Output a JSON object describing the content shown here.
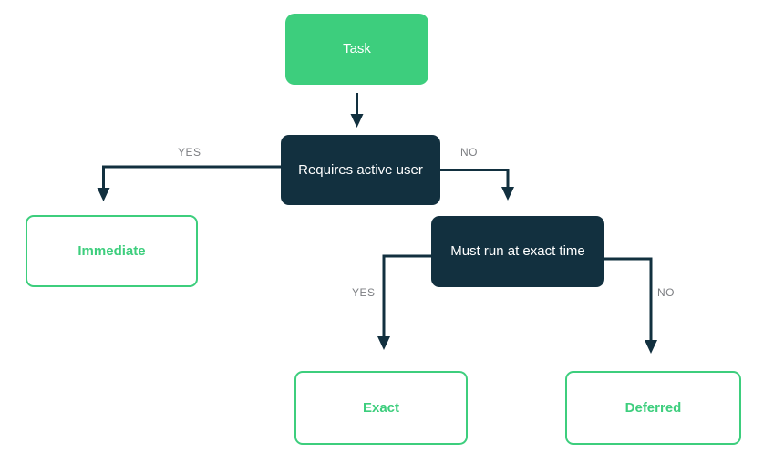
{
  "diagram": {
    "type": "flowchart",
    "nodes": {
      "task": {
        "label": "Task",
        "kind": "start"
      },
      "requires_active_user": {
        "label": "Requires active user",
        "kind": "decision"
      },
      "immediate": {
        "label": "Immediate",
        "kind": "outcome"
      },
      "must_run_at_exact_time": {
        "label": "Must run at exact time",
        "kind": "decision"
      },
      "exact": {
        "label": "Exact",
        "kind": "outcome"
      },
      "deferred": {
        "label": "Deferred",
        "kind": "outcome"
      }
    },
    "edges": [
      {
        "from": "task",
        "to": "requires_active_user",
        "label": ""
      },
      {
        "from": "requires_active_user",
        "to": "immediate",
        "label": "YES"
      },
      {
        "from": "requires_active_user",
        "to": "must_run_at_exact_time",
        "label": "NO"
      },
      {
        "from": "must_run_at_exact_time",
        "to": "exact",
        "label": "YES"
      },
      {
        "from": "must_run_at_exact_time",
        "to": "deferred",
        "label": "NO"
      }
    ],
    "colors": {
      "node_green": "#3DCE7D",
      "node_dark": "#12303F",
      "edge_label_gray": "#7C7E82",
      "background": "#FFFFFF"
    }
  }
}
